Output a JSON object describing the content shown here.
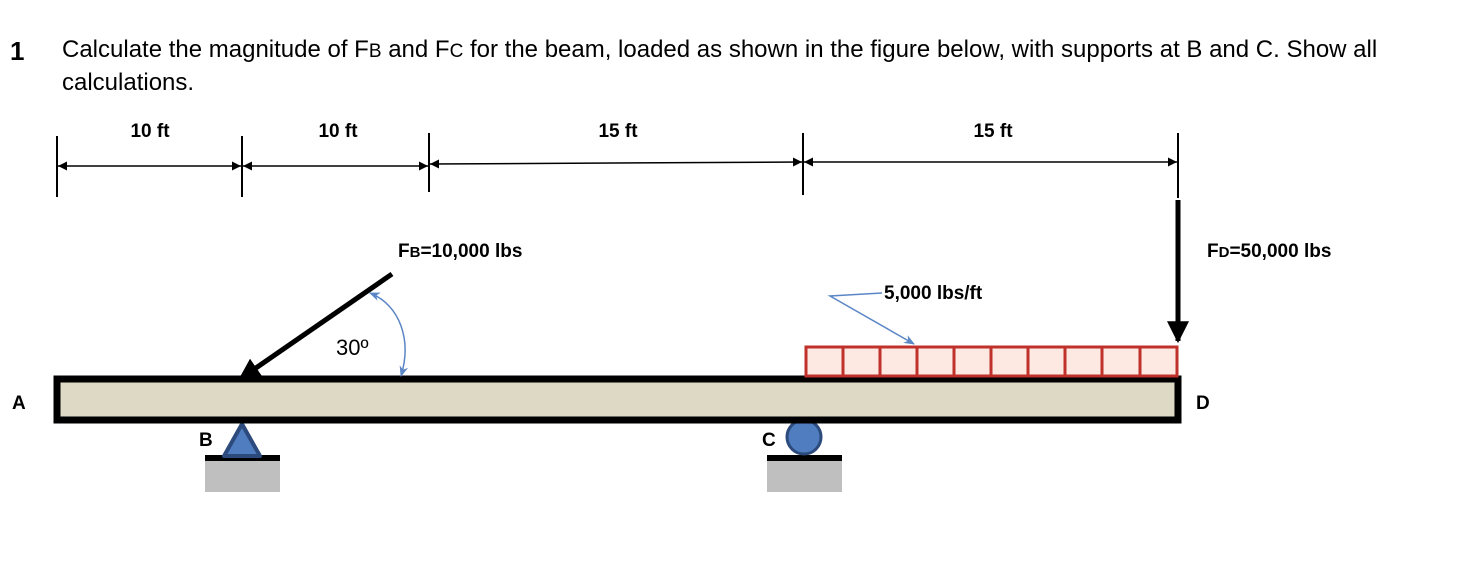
{
  "question": {
    "number": "1",
    "text_a": "Calculate the magnitude of F",
    "sub_b": "B",
    "text_b": " and F",
    "sub_c": "C",
    "text_c": " for the beam, loaded as shown in the figure below, with supports at B and C. Show all calculations."
  },
  "dimensions": [
    "10 ft",
    "10 ft",
    "15 ft",
    "15 ft"
  ],
  "points": {
    "a": "A",
    "b": "B",
    "c": "C",
    "d": "D"
  },
  "forces": {
    "fb_f": "F",
    "fb_sub": "B",
    "fb_value": "=10,000 lbs",
    "fd_f": "F",
    "fd_sub": "D",
    "fd_value": "=50,000 lbs",
    "distributed": "5,000 lbs/ft",
    "angle": "30º"
  },
  "colors": {
    "beam_fill": "#ddd9c4",
    "load_fill": "#fde9e1",
    "load_stroke": "#c0312b",
    "support_blue": "#4f7dc0",
    "support_dark": "#2c4b7c",
    "ground": "#bfbfbf",
    "annotation_arrow": "#5b86c6"
  }
}
